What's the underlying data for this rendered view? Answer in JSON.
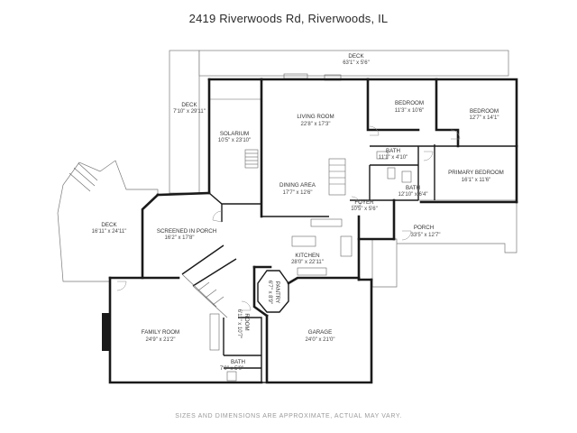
{
  "title": "2419 Riverwoods Rd, Riverwoods, IL",
  "footer": "SIZES AND DIMENSIONS ARE APPROXIMATE, ACTUAL MAY VARY.",
  "rooms": [
    {
      "id": "deck-top",
      "name": "DECK",
      "dims": "63'1\" x 5'6\""
    },
    {
      "id": "deck-west",
      "name": "DECK",
      "dims": "7'10\" x 29'11\""
    },
    {
      "id": "solarium",
      "name": "SOLARIUM",
      "dims": "10'5\" x 23'10\""
    },
    {
      "id": "living-room",
      "name": "LIVING ROOM",
      "dims": "22'8\" x 17'3\""
    },
    {
      "id": "bedroom-1",
      "name": "BEDROOM",
      "dims": "11'3\" x 10'6\""
    },
    {
      "id": "bedroom-2",
      "name": "BEDROOM",
      "dims": "12'7\" x 14'1\""
    },
    {
      "id": "bath-1",
      "name": "BATH",
      "dims": "11'1\" x 4'10\""
    },
    {
      "id": "bath-2",
      "name": "BATH",
      "dims": "12'10\" x 6'4\""
    },
    {
      "id": "primary-bedroom",
      "name": "PRIMARY BEDROOM",
      "dims": "16'1\" x 11'6\""
    },
    {
      "id": "dining-area",
      "name": "DINING AREA",
      "dims": "17'7\" x 12'6\""
    },
    {
      "id": "foyer",
      "name": "FOYER",
      "dims": "10'5\" x 5'6\""
    },
    {
      "id": "deck-sw",
      "name": "DECK",
      "dims": "16'11\" x 24'11\""
    },
    {
      "id": "screened-porch",
      "name": "SCREENED IN PORCH",
      "dims": "16'2\" x 17'8\""
    },
    {
      "id": "porch",
      "name": "PORCH",
      "dims": "33'5\" x 12'7\""
    },
    {
      "id": "kitchen",
      "name": "KITCHEN",
      "dims": "28'0\" x 22'11\""
    },
    {
      "id": "pantry",
      "name": "PANTRY",
      "dims": "6'7\" x 8'9\""
    },
    {
      "id": "room",
      "name": "ROOM",
      "dims": "6'11\" x 10'7\""
    },
    {
      "id": "family-room",
      "name": "FAMILY ROOM",
      "dims": "24'9\" x 21'2\""
    },
    {
      "id": "garage",
      "name": "GARAGE",
      "dims": "24'0\" x 21'0\""
    },
    {
      "id": "bath-3",
      "name": "BATH",
      "dims": "7'0\" x 5'0\""
    }
  ]
}
